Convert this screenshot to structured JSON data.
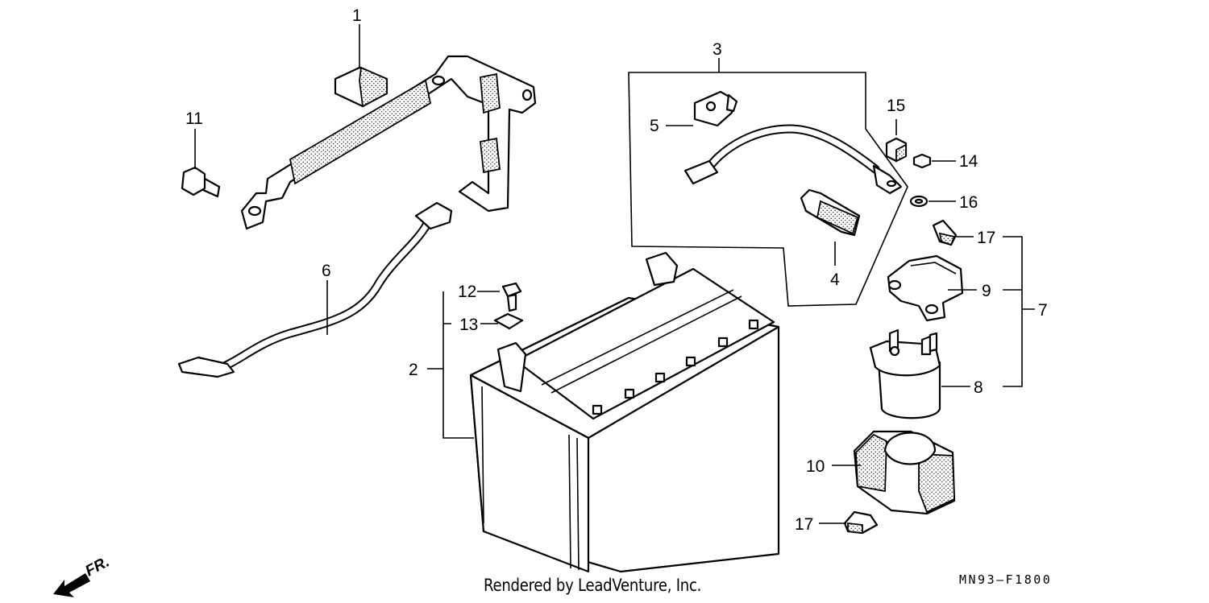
{
  "callouts": [
    {
      "id": "1",
      "text": "1"
    },
    {
      "id": "2",
      "text": "2"
    },
    {
      "id": "3",
      "text": "3"
    },
    {
      "id": "4",
      "text": "4"
    },
    {
      "id": "5",
      "text": "5"
    },
    {
      "id": "6",
      "text": "6"
    },
    {
      "id": "7",
      "text": "7"
    },
    {
      "id": "8",
      "text": "8"
    },
    {
      "id": "9",
      "text": "9"
    },
    {
      "id": "10",
      "text": "10"
    },
    {
      "id": "11",
      "text": "11"
    },
    {
      "id": "12",
      "text": "12"
    },
    {
      "id": "13",
      "text": "13"
    },
    {
      "id": "14",
      "text": "14"
    },
    {
      "id": "15",
      "text": "15"
    },
    {
      "id": "16",
      "text": "16"
    },
    {
      "id": "17a",
      "text": "17"
    },
    {
      "id": "17b",
      "text": "17"
    }
  ],
  "direction_label": "FR.",
  "credit": "Rendered by LeadVenture, Inc.",
  "drawing_code": "MN93—F1800"
}
